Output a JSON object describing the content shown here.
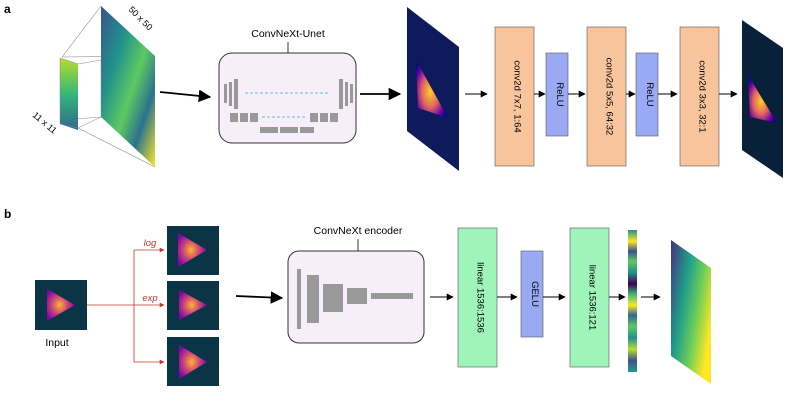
{
  "panel_a": {
    "label": "a",
    "dim_large": "50 x 50",
    "dim_small": "11 x 11",
    "unet_title": "ConvNeXt-Unet",
    "conv1": "conv2d 7x7, 1:64",
    "relu1": "ReLU",
    "conv2": "conv2d 5x5, 64:32",
    "relu2": "ReLU",
    "conv3": "conv2d 3x3, 32:1"
  },
  "panel_b": {
    "label": "b",
    "input_label": "Input",
    "branch_log": "log",
    "branch_exp": "exp",
    "encoder_title": "ConvNeXt encoder",
    "linear1": "linear 1536:1536",
    "gelu": "GELU",
    "linear2": "linear 1536:121"
  },
  "colors": {
    "conv_orange": "#f8c49c",
    "relu_blue": "#9aa9f4",
    "linear_green": "#9ff5b9",
    "branch_red": "#c0392b",
    "encoder_fill": "#f6eef9"
  }
}
